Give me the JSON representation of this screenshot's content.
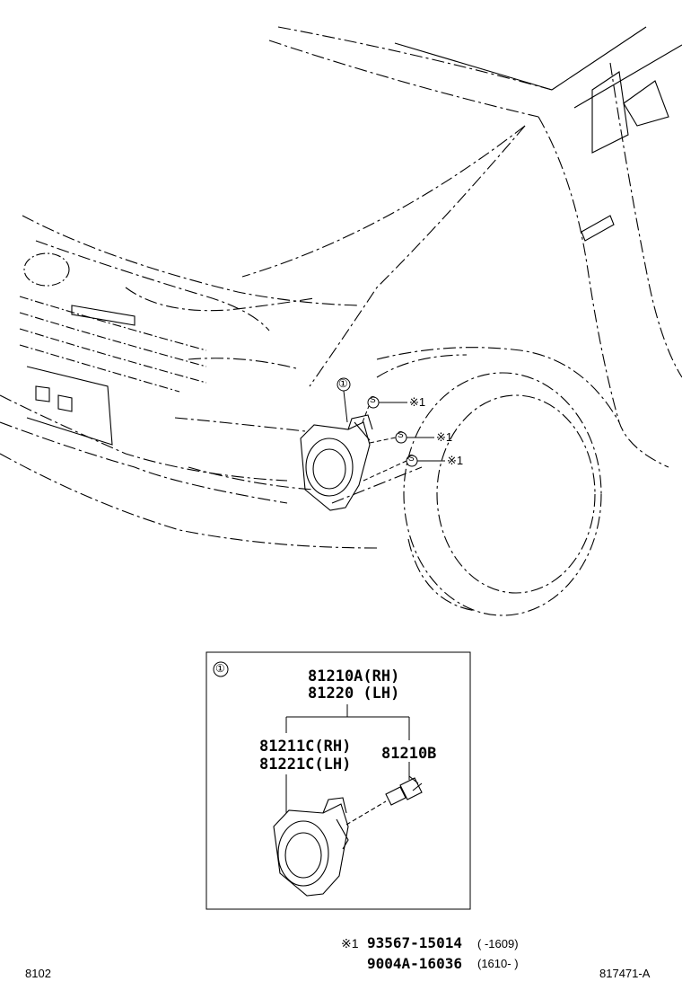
{
  "callouts": {
    "main_marker": "①",
    "screw_symbol": "S",
    "screw_note": "※1"
  },
  "detail_box": {
    "marker": "①",
    "assembly_part_rh": "81210A(RH)",
    "assembly_part_lh": "81220 (LH)",
    "housing_part_rh": "81211C(RH)",
    "housing_part_lh": "81221C(LH)",
    "bulb_part": "81210B"
  },
  "notes": {
    "mark": "※1",
    "part_1": "93567-15014",
    "range_1": "(     -1609)",
    "part_2": "9004A-16036",
    "range_2": "(1610-      )"
  },
  "footer": {
    "left_code": "8102",
    "right_code": "817471-A"
  }
}
